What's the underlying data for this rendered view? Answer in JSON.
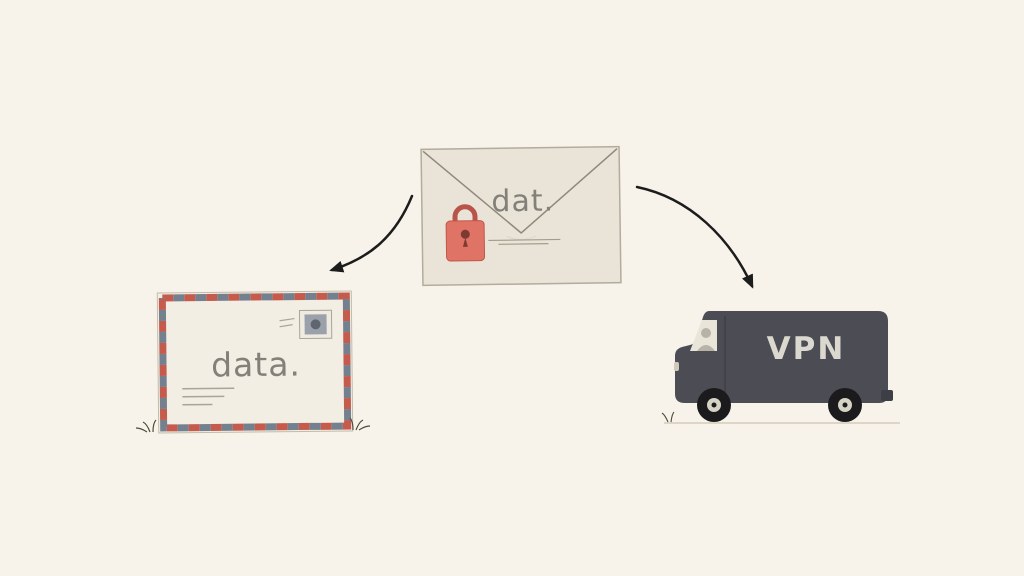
{
  "scene": {
    "background_color": "#f7f3ea",
    "arrow_color": "#1c1c1c",
    "text_color": "#83807a",
    "center_envelope": {
      "label": "dat.",
      "fill": "#e9e4d7",
      "edge_color": "#b3ac9d",
      "lock_color": "#df7365",
      "lock_dark": "#b9544a"
    },
    "left_envelope": {
      "label": "data.",
      "fill": "#f2eee3",
      "stripe_red": "#c45b4d",
      "stripe_blue": "#75808f"
    },
    "van": {
      "label": "VPN",
      "body_color": "#4c4c54",
      "label_color": "#dbd8d0",
      "window_color": "#e9e5d8"
    }
  }
}
